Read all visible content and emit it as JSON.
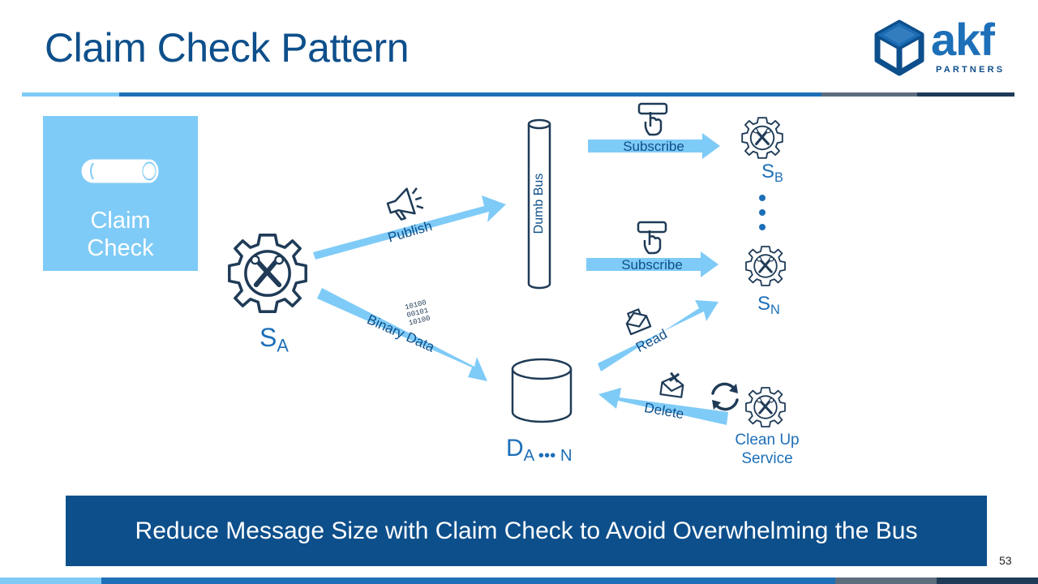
{
  "slide": {
    "title": "Claim Check Pattern",
    "page_number": "53",
    "banner": "Reduce Message Size with Claim Check to Avoid Overwhelming the Bus"
  },
  "logo": {
    "word": "akf",
    "subtitle": "PARTNERS"
  },
  "claim_check_box": {
    "line1": "Claim",
    "line2": "Check"
  },
  "nodes": {
    "service_a": {
      "main": "S",
      "sub": "A"
    },
    "service_b": {
      "main": "S",
      "sub": "B"
    },
    "service_n": {
      "main": "S",
      "sub": "N"
    },
    "datastore": {
      "main": "D",
      "sub": "A ••• N"
    },
    "cleanup_line1": "Clean Up",
    "cleanup_line2": "Service",
    "bus": "Dumb Bus"
  },
  "edges": {
    "publish": "Publish",
    "binary_data": "Binary Data",
    "subscribe_b": "Subscribe",
    "subscribe_n": "Subscribe",
    "read": "Read",
    "delete": "Delete"
  },
  "binary_glyphs": [
    "10100",
    "00101",
    "10100"
  ],
  "colors": {
    "dark_blue": "#0d4f8b",
    "mid_blue": "#1d6fb8",
    "light_blue": "#7fcbf7",
    "icon_stroke": "#1f3b57"
  }
}
